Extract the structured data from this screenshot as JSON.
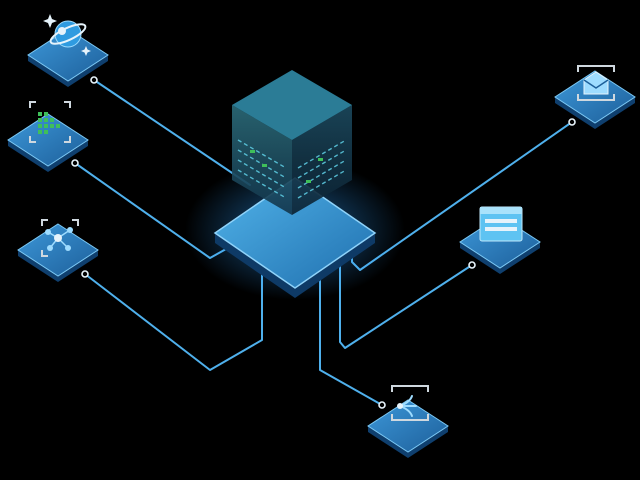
{
  "diagram": {
    "background": "#000000",
    "colors": {
      "line": "#4fb0ec",
      "glow": "#1f8ad6",
      "tile_top": "#2f86c9",
      "tile_edge": "#7cc9f5",
      "tile_side": "#0f3f6e",
      "server_light": "#3aa6c8",
      "server_dark": "#163a58",
      "accent_green": "#3fbf5a",
      "accent_white": "#e6f3fb"
    },
    "hub": {
      "name": "central-server",
      "icon": "server-tower-icon"
    },
    "nodes": [
      {
        "id": "top-left",
        "icon": "planet-database-icon"
      },
      {
        "id": "mid-left",
        "icon": "grid-bars-icon"
      },
      {
        "id": "low-left",
        "icon": "network-graph-icon"
      },
      {
        "id": "top-right",
        "icon": "envelope-frame-icon"
      },
      {
        "id": "mid-right",
        "icon": "window-panel-icon"
      },
      {
        "id": "bottom-center",
        "icon": "streams-icon"
      }
    ]
  }
}
